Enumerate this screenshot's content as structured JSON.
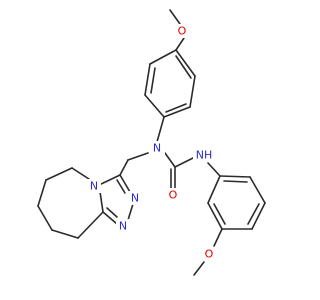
{
  "atoms": {
    "o_top": "O",
    "n_center": "N",
    "nh": "NH",
    "o_carbonyl": "O",
    "o_bottom": "O",
    "n_triazole_1": "N",
    "n_triazole_2": "N",
    "n_triazole_3": "N"
  },
  "colors": {
    "carbon": "#2b2b2b",
    "nitrogen": "#2a2ad6",
    "oxygen": "#e00000",
    "background": "#ffffff"
  }
}
